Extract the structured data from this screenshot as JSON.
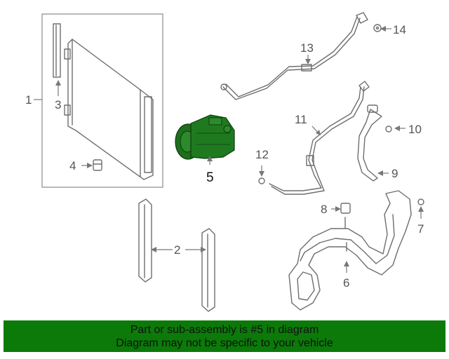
{
  "callouts": {
    "c1": "1",
    "c2": "2",
    "c3": "3",
    "c4": "4",
    "c5": "5",
    "c6": "6",
    "c7": "7",
    "c8": "8",
    "c9": "9",
    "c10": "10",
    "c11": "11",
    "c12": "12",
    "c13": "13",
    "c14": "14"
  },
  "highlight_part": "5",
  "colors": {
    "banner": "#0b7a09",
    "highlight_part": "#1d6e1d",
    "line_art": "#6e6e6e"
  },
  "banner": {
    "line1": "Part or sub-assembly is #5 in diagram",
    "line2": "Diagram may not be specific to your vehicle"
  }
}
